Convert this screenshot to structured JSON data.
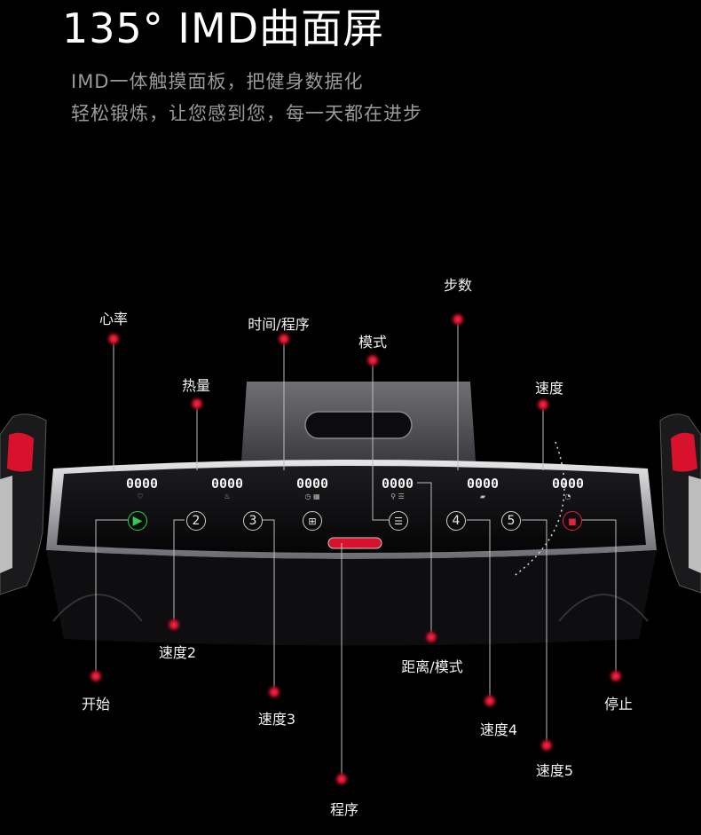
{
  "title": "135° IMD曲面屏",
  "subtitle_line1": "IMD一体触摸面板，把健身数据化",
  "subtitle_line2": "轻松锻炼，让您感到您，每一天都在进步",
  "display": {
    "heart_rate": "0000",
    "calories": "0000",
    "time_program": "0000",
    "distance_mode": "0000",
    "steps": "0000",
    "speed": "0000"
  },
  "buttons": {
    "speed2": "2",
    "speed3": "3",
    "speed4": "4",
    "speed5": "5"
  },
  "labels": {
    "heart_rate": "心率",
    "calories": "热量",
    "time_program": "时间/程序",
    "mode": "模式",
    "steps": "步数",
    "speed": "速度",
    "start": "开始",
    "speed2": "速度2",
    "speed3": "速度3",
    "program": "程序",
    "distance_mode": "距离/模式",
    "speed4": "速度4",
    "speed5": "速度5",
    "stop": "停止"
  },
  "colors": {
    "accent_red": "#e1233a",
    "start_green": "#2ed04a",
    "background": "#000000"
  },
  "icons": [
    "heart-icon",
    "flame-icon",
    "clock-icon",
    "grid-icon",
    "runner-icon",
    "list-icon",
    "shoe-icon",
    "speedometer-icon",
    "play-icon",
    "stop-icon"
  ]
}
